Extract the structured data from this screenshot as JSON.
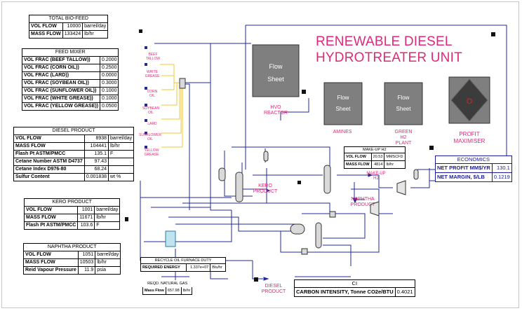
{
  "title": {
    "line1": "RENEWABLE DIESEL",
    "line2": "HYDROTREATER UNIT"
  },
  "total_biofeed": {
    "header": "TOTAL BIO-FEED",
    "rows": [
      {
        "label": "VOL FLOW",
        "value": "10000",
        "unit": "barrel/day"
      },
      {
        "label": "MASS FLOW",
        "value": "133424",
        "unit": "lb/hr"
      }
    ]
  },
  "feed_mixer": {
    "header": "FEED MIXER",
    "rows": [
      {
        "label": "VOL FRAC (BEEF TALLOW))",
        "value": "0.2000"
      },
      {
        "label": "VOL FRAC (CORN OIL))",
        "value": "0.2500"
      },
      {
        "label": "VOL FRAC (LARD))",
        "value": "0.0000"
      },
      {
        "label": "VOL FRAC (SOYBEAN OIL))",
        "value": "0.3000"
      },
      {
        "label": "VOL FRAC (SUNFLOWER OIL))",
        "value": "0.1000"
      },
      {
        "label": "VOL FRAC (WHITE GREASE))",
        "value": "0.1000"
      },
      {
        "label": "VOL FRAC (YELLOW GREASE))",
        "value": "0.0500"
      }
    ]
  },
  "diesel_product": {
    "header": "DIESEL PRODUCT",
    "rows": [
      {
        "label": "VOL FLOW",
        "value": "8938",
        "unit": "barrel/day"
      },
      {
        "label": "MASS FLOW",
        "value": "104441",
        "unit": "lb/hr"
      },
      {
        "label": "Flash Pt ASTM/PMCC",
        "value": "135.1",
        "unit": "F"
      },
      {
        "label": "Cetane Number ASTM D4737",
        "value": "97.43",
        "unit": ""
      },
      {
        "label": "Cetane Index D976-80",
        "value": "68.24",
        "unit": ""
      },
      {
        "label": "Sulfur Content",
        "value": "0.001838",
        "unit": "wt %"
      }
    ]
  },
  "kero_product": {
    "header": "KERO PRODUCT",
    "rows": [
      {
        "label": "VOL FLOW",
        "value": "1001",
        "unit": "barrel/day"
      },
      {
        "label": "MASS FLOW",
        "value": "11671",
        "unit": "lb/hr"
      },
      {
        "label": "Flash Pt ASTM/PMCC",
        "value": "103.6",
        "unit": "F"
      }
    ]
  },
  "naphtha_product": {
    "header": "NAPHTHA PRODUCT",
    "rows": [
      {
        "label": "VOL FLOW",
        "value": "1051",
        "unit": "barrel/day"
      },
      {
        "label": "MASS FLOW",
        "value": "10503",
        "unit": "lb/hr"
      },
      {
        "label": "Reid Vapour Pressure",
        "value": "11.9",
        "unit": "psia"
      }
    ]
  },
  "makeup_h2": {
    "header": "MAKE-UP H2",
    "rows": [
      {
        "label": "VOL FLOW",
        "value": "20.53",
        "unit": "MMSCFD"
      },
      {
        "label": "MASS FLOW",
        "value": "4814",
        "unit": "lb/hr"
      }
    ]
  },
  "economics": {
    "header": "ECONOMICS",
    "rows": [
      {
        "label": "NET PROFIT MM$/YR",
        "value": "130.1"
      },
      {
        "label": "NET MARGIN, $/LB",
        "value": "0.1219"
      }
    ]
  },
  "recycle_oil": {
    "header": "RECYCLE OIL FURNACE DUTY",
    "label": "REQUIRED ENERGY",
    "value": "1.337e+07",
    "unit": "Btu/hr"
  },
  "reqd_gas": {
    "header": "REQD. NATURAL GAS",
    "label": "Mass Flow",
    "value": "657.98",
    "unit": "lb/hr"
  },
  "ci": {
    "header": "CI",
    "label": "CARBON INTENSITY, Tonne CO2e/BTU",
    "value": "0.4021"
  },
  "flowsheets": {
    "hvo": {
      "text_top": "Flow",
      "text_bottom": "Sheet",
      "label1": "HVO",
      "label2": "REACTOR"
    },
    "amines": {
      "text_top": "Flow",
      "text_bottom": "Sheet",
      "label": "AMINES"
    },
    "green_h2": {
      "text_top": "Flow",
      "text_bottom": "Sheet",
      "label1": "GREEN",
      "label2": "H2",
      "label3": "PLANT"
    },
    "profit": {
      "symbol": "O",
      "label1": "PROFIT",
      "label2": "MAXIMISER"
    }
  },
  "feed_labels": [
    [
      "BEEF",
      "TALLOW"
    ],
    [
      "WHITE",
      "GREASE"
    ],
    [
      "CORN",
      "OIL"
    ],
    [
      "SOYBEAN",
      "OIL"
    ],
    [
      "LARD"
    ],
    [
      "SUNFLOWER",
      "OIL"
    ],
    [
      "YELLOW",
      "GREASE"
    ]
  ],
  "stream_labels": {
    "kero": [
      "KERO",
      "PRODUCT"
    ],
    "makeup": [
      "MAKE-UP",
      "H2"
    ],
    "naphtha": [
      "NAPHTHA",
      "PRODUCT"
    ],
    "diesel": [
      "DIESEL",
      "PRODUCT"
    ]
  },
  "colors": {
    "title": "#e0287a",
    "stream_blue": "#1f2a9c",
    "stream_yellow": "#f0c830",
    "flowsheet_gray": "#7f7f7f",
    "table_blue": "#1a1aa0"
  }
}
